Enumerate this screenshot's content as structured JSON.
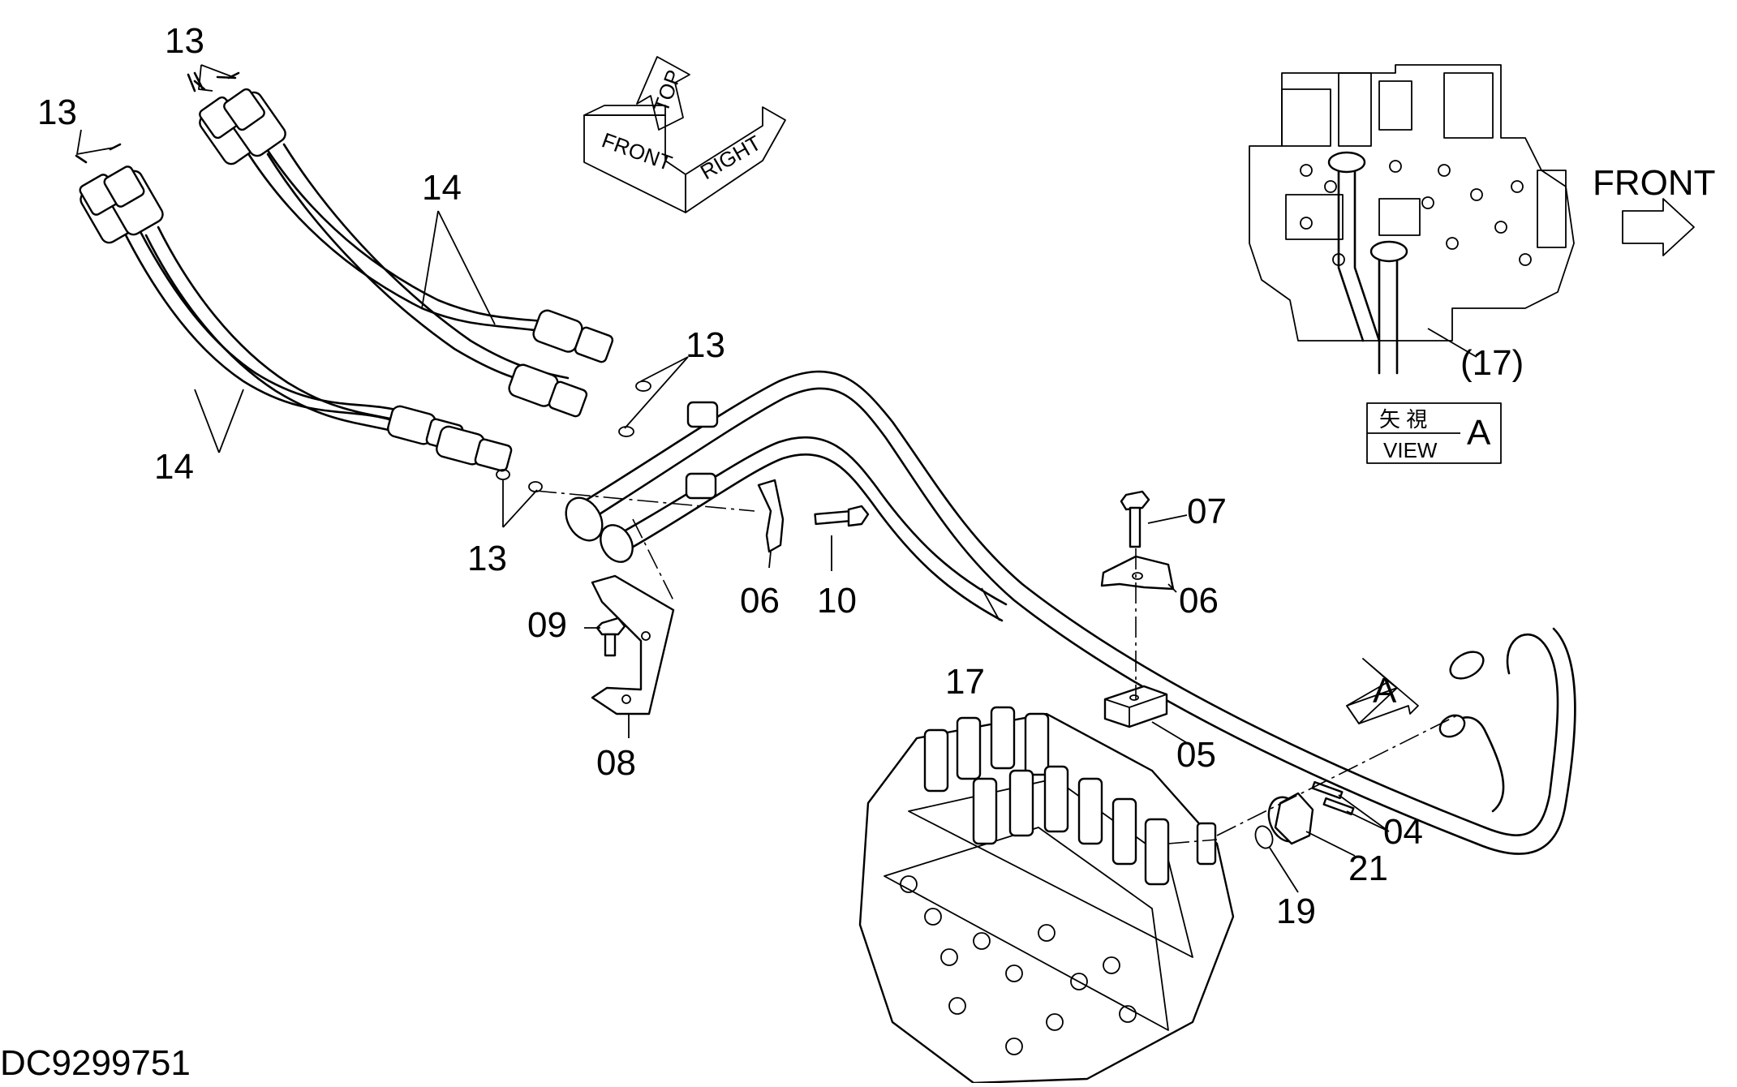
{
  "drawing_id": "DC9299751",
  "orientation": {
    "front": "FRONT",
    "top": "TOP",
    "right": "RIGHT"
  },
  "view": {
    "kanji": "矢 視",
    "label": "VIEW",
    "letter": "A",
    "arrow_letter": "A",
    "front_label": "FRONT",
    "ref_part": "(17)"
  },
  "callouts": {
    "p13_a": "13",
    "p13_b": "13",
    "p13_c": "13",
    "p13_d": "13",
    "p14_a": "14",
    "p14_b": "14",
    "p17": "17",
    "p07": "07",
    "p06_a": "06",
    "p06_b": "06",
    "p10": "10",
    "p09": "09",
    "p08": "08",
    "p05": "05",
    "p04": "04",
    "p21": "21",
    "p19": "19"
  }
}
